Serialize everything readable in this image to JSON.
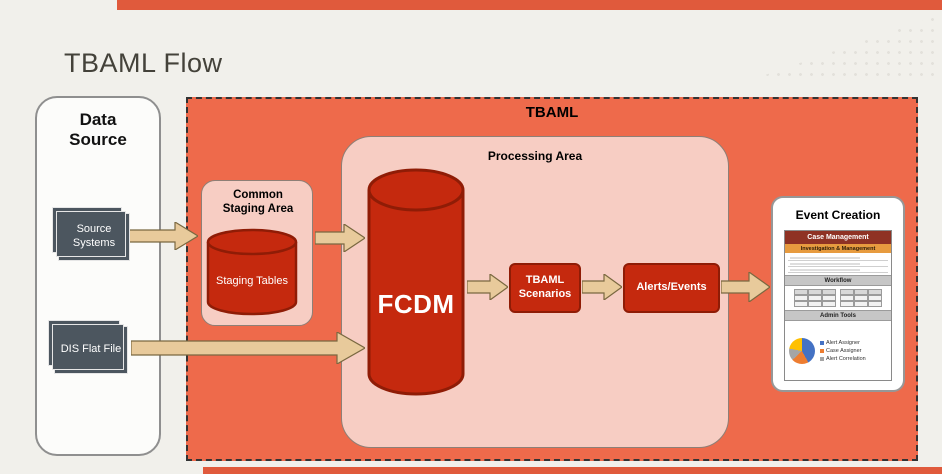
{
  "page": {
    "title": "TBAML Flow"
  },
  "colors": {
    "accent_bar": "#E05A3C",
    "tbaml_fill": "#EE6A4B",
    "panel_pink": "#F7CDC3",
    "shape_red": "#C5290E",
    "arrow_tan": "#E8CA9B"
  },
  "data_source": {
    "title": "Data Source",
    "items": [
      {
        "label": "Source Systems"
      },
      {
        "label": "DIS Flat File"
      }
    ]
  },
  "tbaml": {
    "title": "TBAML",
    "staging_area": {
      "title": "Common Staging Area",
      "cylinder_label": "Staging Tables"
    },
    "processing_area": {
      "title": "Processing Area",
      "fcdm_label": "FCDM",
      "scenarios_label": "TBAML Scenarios",
      "alerts_label": "Alerts/Events"
    }
  },
  "event_creation": {
    "title": "Event Creation",
    "mini_app": {
      "header": "Case Management",
      "subheader": "Investigation & Management",
      "workflow_label": "Workflow",
      "admin_label": "Admin Tools",
      "legend": [
        "Alert Assigner",
        "Case Assigner",
        "Alert Correlation"
      ]
    }
  }
}
